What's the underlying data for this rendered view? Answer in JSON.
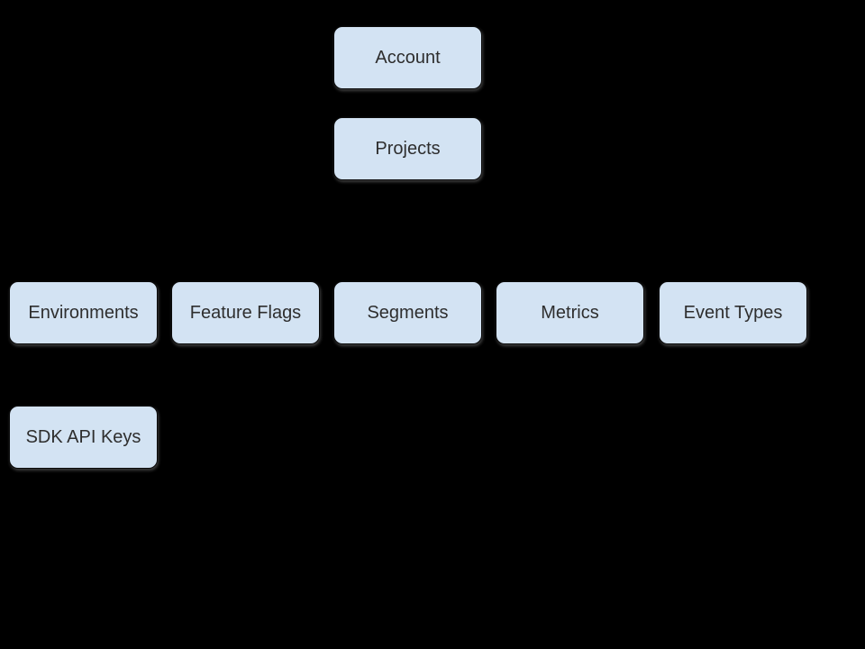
{
  "diagram": {
    "background_color": "#000000",
    "node_fill_color": "#d3e3f3",
    "node_text_color": "#2e2e2e",
    "nodes": [
      {
        "id": "account",
        "label": "Account"
      },
      {
        "id": "projects",
        "label": "Projects"
      },
      {
        "id": "environments",
        "label": "Environments"
      },
      {
        "id": "feature-flags",
        "label": "Feature Flags"
      },
      {
        "id": "segments",
        "label": "Segments"
      },
      {
        "id": "metrics",
        "label": "Metrics"
      },
      {
        "id": "event-types",
        "label": "Event Types"
      },
      {
        "id": "sdk-api-keys",
        "label": "SDK API Keys"
      }
    ]
  }
}
